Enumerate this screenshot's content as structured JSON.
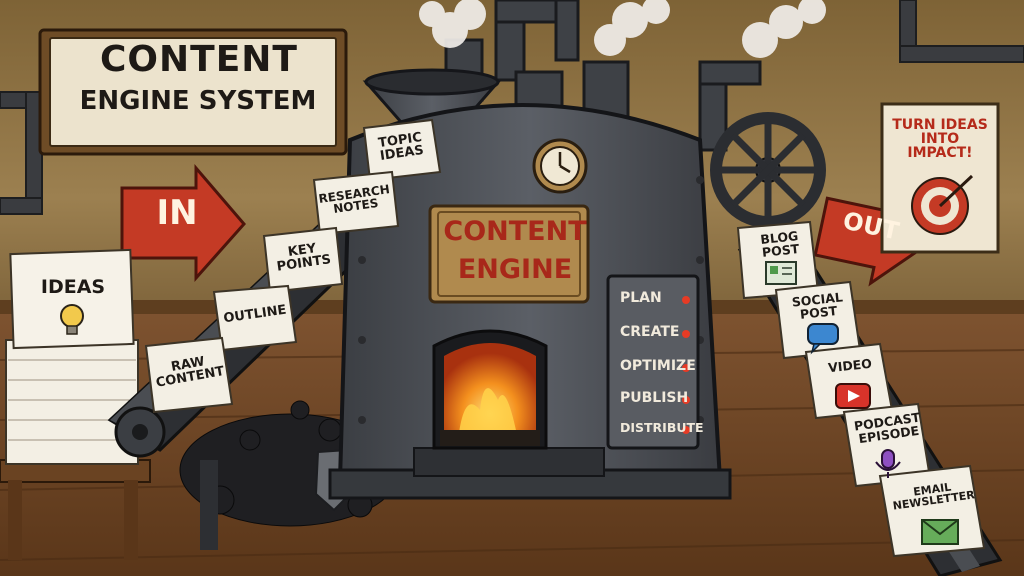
{
  "sign": {
    "line1": "CONTENT",
    "line2": "ENGINE SYSTEM"
  },
  "arrows": {
    "in": "IN",
    "out": "OUT"
  },
  "ideas_stack": {
    "label": "IDEAS",
    "icon": "lightbulb-icon"
  },
  "poster": {
    "text": "TURN IDEAS\nINTO IMPACT!",
    "icon": "target-icon"
  },
  "engine": {
    "plate_line1": "CONTENT",
    "plate_line2": "ENGINE",
    "steps": [
      "PLAN",
      "CREATE",
      "OPTIMIZE",
      "PUBLISH",
      "DISTRIBUTE"
    ]
  },
  "inputs": [
    {
      "text": "TOPIC\nIDEAS"
    },
    {
      "text": "RESEARCH\nNOTES"
    },
    {
      "text": "KEY\nPOINTS"
    },
    {
      "text": "OUTLINE"
    },
    {
      "text": "RAW\nCONTENT"
    }
  ],
  "outputs": [
    {
      "text": "BLOG\nPOST",
      "icon": "document-icon"
    },
    {
      "text": "SOCIAL\nPOST",
      "icon": "chat-bubble-icon"
    },
    {
      "text": "VIDEO",
      "icon": "play-button-icon"
    },
    {
      "text": "PODCAST\nEPISODE",
      "icon": "microphone-icon"
    },
    {
      "text": "EMAIL\nNEWSLETTER",
      "icon": "envelope-icon"
    }
  ],
  "colors": {
    "wall": "#8a6e3e",
    "floor": "#7a4f2c",
    "machine": "#4a4d52",
    "arrow_red": "#c43a25",
    "plate_brass": "#b08a4e",
    "fire": "#f08a1e",
    "paper": "#f3efe4"
  }
}
